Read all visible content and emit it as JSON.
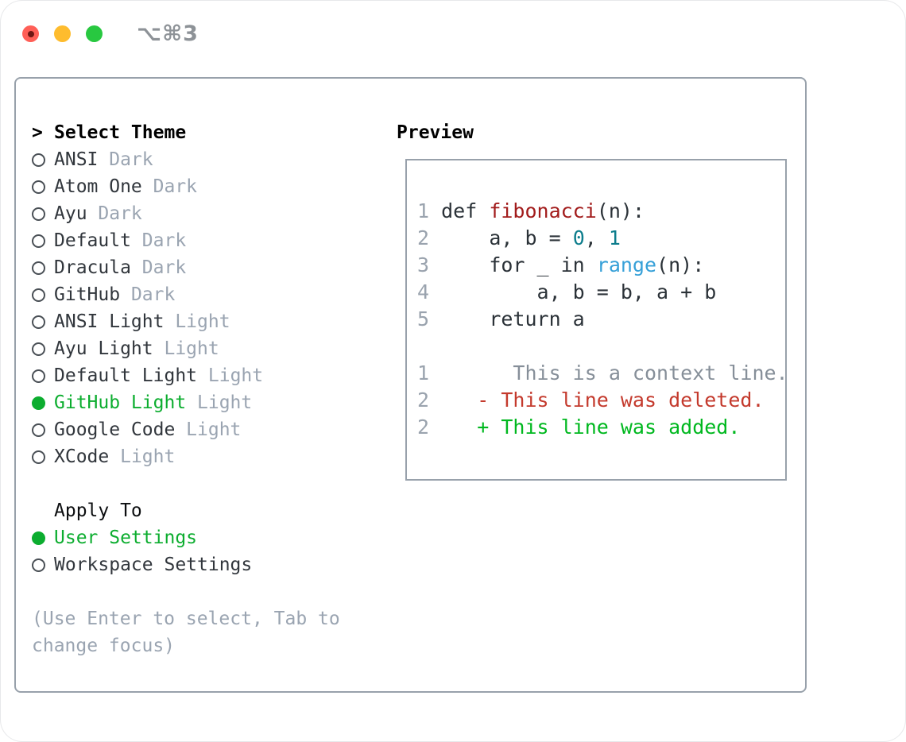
{
  "window": {
    "shortcut": "⌥⌘3"
  },
  "picker": {
    "prompt": ">",
    "title": "Select Theme",
    "themes": [
      {
        "name": "ANSI",
        "variant": "Dark",
        "selected": false
      },
      {
        "name": "Atom One",
        "variant": "Dark",
        "selected": false
      },
      {
        "name": "Ayu",
        "variant": "Dark",
        "selected": false
      },
      {
        "name": "Default",
        "variant": "Dark",
        "selected": false
      },
      {
        "name": "Dracula",
        "variant": "Dark",
        "selected": false
      },
      {
        "name": "GitHub",
        "variant": "Dark",
        "selected": false
      },
      {
        "name": "ANSI Light",
        "variant": "Light",
        "selected": false
      },
      {
        "name": "Ayu Light",
        "variant": "Light",
        "selected": false
      },
      {
        "name": "Default Light",
        "variant": "Light",
        "selected": false
      },
      {
        "name": "GitHub Light",
        "variant": "Light",
        "selected": true
      },
      {
        "name": "Google Code",
        "variant": "Light",
        "selected": false
      },
      {
        "name": "XCode",
        "variant": "Light",
        "selected": false
      }
    ],
    "apply_title": "Apply To",
    "apply_options": [
      {
        "label": "User Settings",
        "selected": true
      },
      {
        "label": "Workspace Settings",
        "selected": false
      }
    ],
    "hint": "(Use Enter to select, Tab to change focus)"
  },
  "preview": {
    "title": "Preview",
    "lines": [
      {
        "num": "1",
        "tokens": [
          [
            "plain",
            " def "
          ],
          [
            "func",
            "fibonacci"
          ],
          [
            "plain",
            "(n):"
          ]
        ]
      },
      {
        "num": "2",
        "tokens": [
          [
            "plain",
            "     a, b = "
          ],
          [
            "num_lit",
            "0"
          ],
          [
            "plain",
            ", "
          ],
          [
            "num_lit",
            "1"
          ]
        ]
      },
      {
        "num": "3",
        "tokens": [
          [
            "plain",
            "     for _ in "
          ],
          [
            "builtin",
            "range"
          ],
          [
            "plain",
            "(n):"
          ]
        ]
      },
      {
        "num": "4",
        "tokens": [
          [
            "plain",
            "         a, b = b, a + b"
          ]
        ]
      },
      {
        "num": "5",
        "tokens": [
          [
            "plain",
            "     return a"
          ]
        ]
      },
      {
        "num": "",
        "tokens": []
      },
      {
        "num": "1",
        "tokens": [
          [
            "context",
            "       This is a context line."
          ]
        ]
      },
      {
        "num": "2",
        "tokens": [
          [
            "deleted",
            "    - This line was deleted."
          ]
        ]
      },
      {
        "num": "2",
        "tokens": [
          [
            "added",
            "    + This line was added."
          ]
        ]
      }
    ]
  },
  "colors": {
    "traffic_red": "#ff5f57",
    "traffic_red_dot": "#6e1713",
    "traffic_yellow": "#febc2e",
    "traffic_green": "#28c840",
    "shortcut_gray": "#8d9297",
    "border_gray": "#98a1ab",
    "text_dark": "#31363c",
    "tag_gray": "#9aa4b1",
    "selected_green": "#0cad2f",
    "radio_ring": "#4a5056",
    "hint_gray": "#9aa4b1",
    "line_number_gray": "#9aa3ae",
    "code_dark": "#2b3238",
    "func_red": "#a21c1c",
    "number_teal": "#0d7d8c",
    "builtin_blue": "#36a0d8",
    "context_gray": "#868f99",
    "deleted_red": "#c43a2d",
    "added_green": "#00b81f"
  }
}
